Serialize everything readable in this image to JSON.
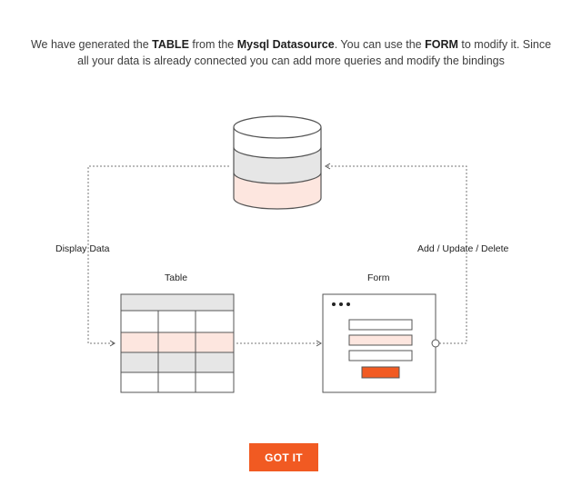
{
  "intro": {
    "part1": "We have generated the ",
    "table_word": "TABLE",
    "part2": " from the ",
    "datasource": "Mysql Datasource",
    "part3": ". You can use the ",
    "form_word": "FORM",
    "part4": " to modify it. Since all your data is already connected you can add more queries and modify the bindings"
  },
  "diagram": {
    "left_arrow_label": "Display Data",
    "right_arrow_label": "Add / Update / Delete",
    "table_label": "Table",
    "form_label": "Form",
    "icons": [
      "database-icon",
      "table-icon",
      "form-icon"
    ]
  },
  "colors": {
    "accent": "#f15a22",
    "highlight_row": "#fde6df",
    "grey_fill": "#e6e6e6",
    "outline": "#555555"
  },
  "actions": {
    "got_it": "GOT IT"
  }
}
